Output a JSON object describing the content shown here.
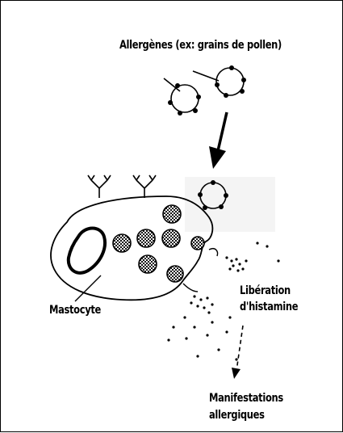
{
  "labels": {
    "allergens": "Allergènes (ex: grains de pollen)",
    "mast_cell": "Mastocyte",
    "histamine_line1": "Libération",
    "histamine_line2": "d'histamine",
    "manifestations_line1": "Manifestations",
    "manifestations_line2": "allergiques"
  },
  "colors": {
    "ink": "#000000",
    "background": "#ffffff",
    "highlight_box": "#f4f4f4"
  }
}
